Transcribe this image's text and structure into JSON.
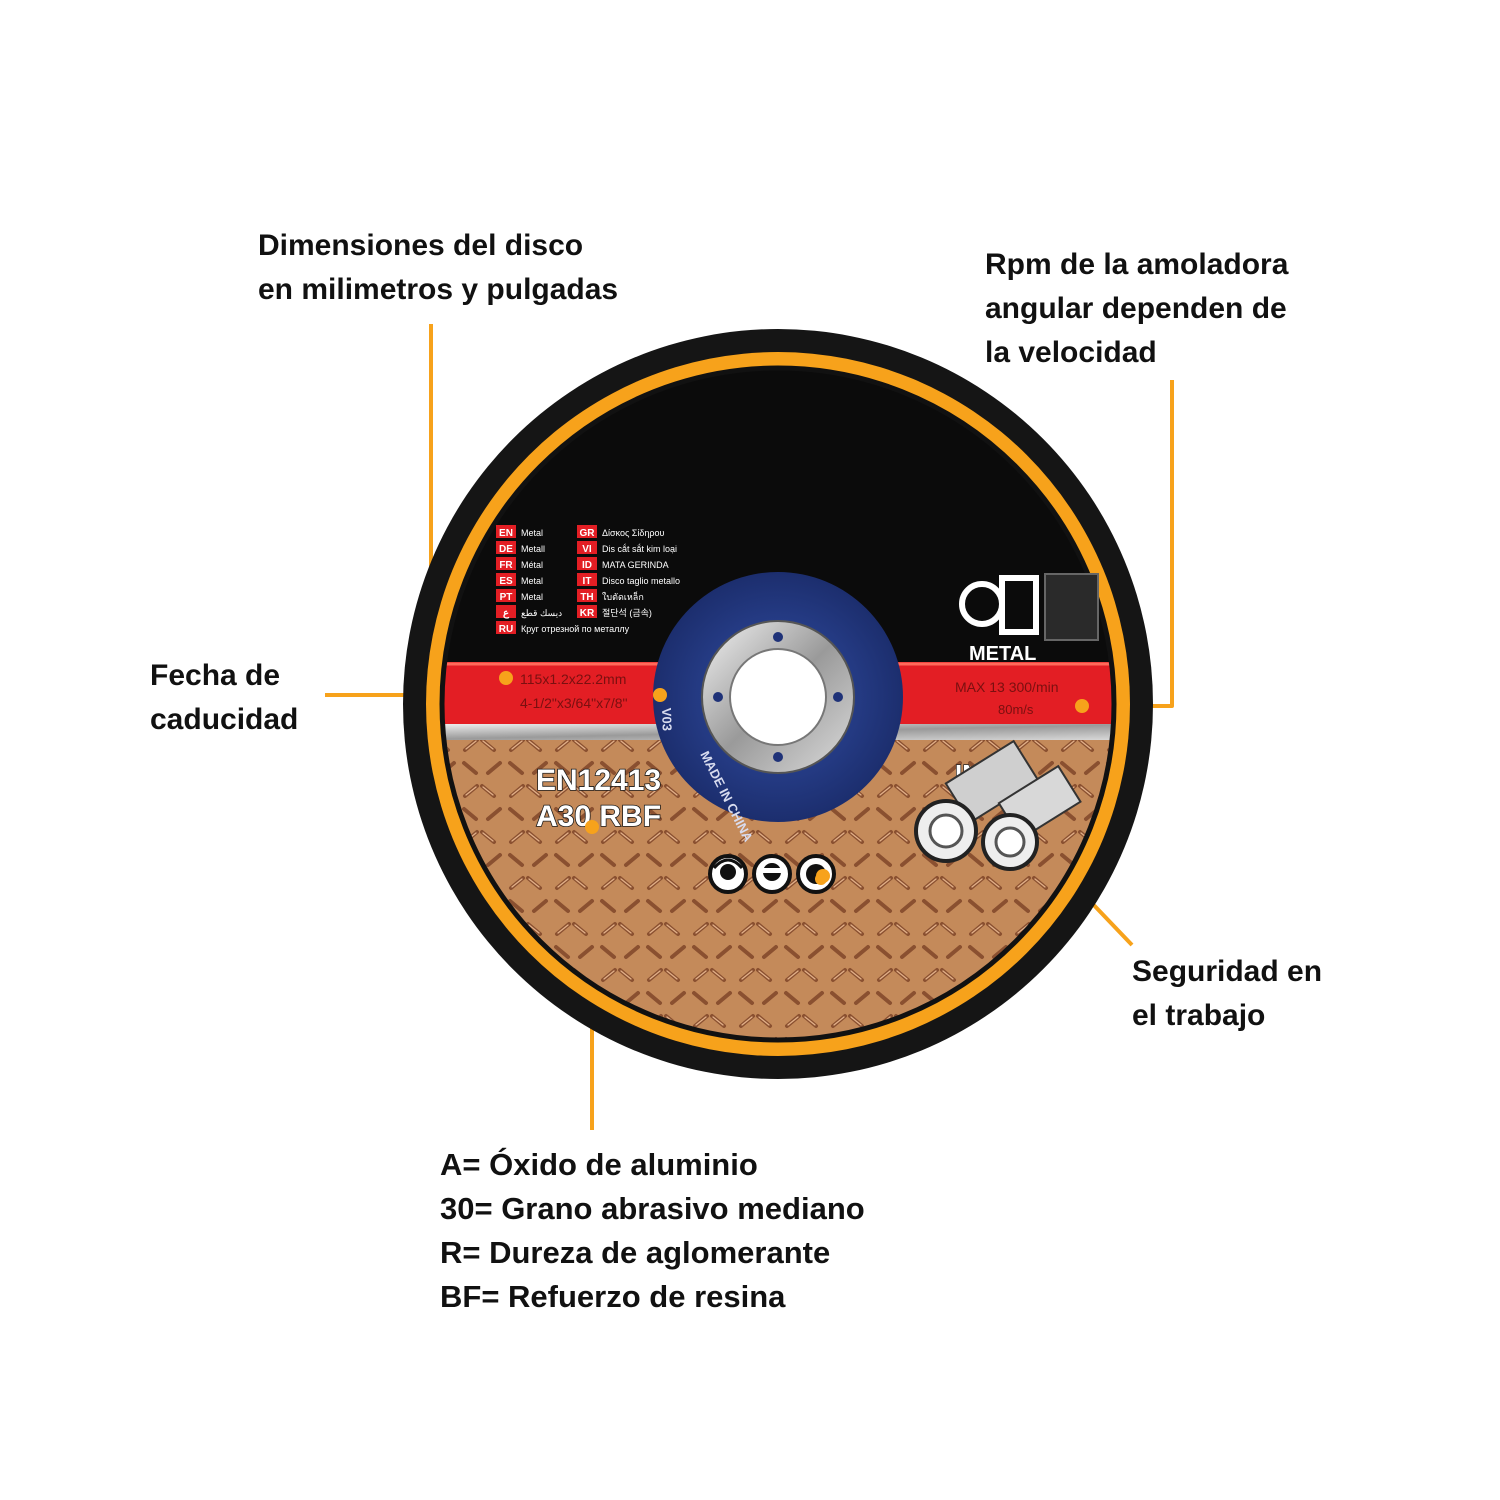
{
  "callouts": {
    "dimensiones": [
      "Dimensiones del disco",
      "en milimetros y pulgadas"
    ],
    "rpm": [
      "Rpm de la amoladora",
      "angular dependen de",
      "la velocidad"
    ],
    "fecha": [
      "Fecha de",
      "caducidad"
    ],
    "seguridad": [
      "Seguridad en",
      "el trabajo"
    ],
    "codigo": [
      "A= Óxido de aluminio",
      "30= Grano abrasivo mediano",
      "R= Dureza de aglomerante",
      "BF= Refuerzo de resina"
    ]
  },
  "disc": {
    "languages": [
      {
        "code": "EN",
        "text": "Metal"
      },
      {
        "code": "GR",
        "text": "Δίσκος Σίδηρου"
      },
      {
        "code": "DE",
        "text": "Metall"
      },
      {
        "code": "VI",
        "text": "Dis cắt sắt kim loại"
      },
      {
        "code": "FR",
        "text": "Métal"
      },
      {
        "code": "ID",
        "text": "MATA GERINDA"
      },
      {
        "code": "ES",
        "text": "Metal"
      },
      {
        "code": "IT",
        "text": "Disco taglio metallo"
      },
      {
        "code": "PT",
        "text": "Metal"
      },
      {
        "code": "TH",
        "text": "ใบตัดเหล็ก"
      },
      {
        "code": "ع",
        "text": "ديسك قطع"
      },
      {
        "code": "KR",
        "text": "절단석 (금속)"
      },
      {
        "code": "RU",
        "text": "Круг отрезной по металлу"
      }
    ],
    "size_line_1": "115x1.2x22.2mm",
    "size_line_2": "4-1/2\"x3/64\"x7/8\"",
    "max_speed": "MAX 13 300/min",
    "speed_ms": "80m/s",
    "brand": "METAL",
    "standard": "EN12413",
    "spec": "A30 RBF",
    "made_in": "MADE IN CHINA",
    "expiry_code": "V03",
    "material": "INOX",
    "colors": {
      "accent": "#f7a21b",
      "band_red": "#e31e24",
      "hub_blue": "#243a86",
      "disc_black": "#0b0b0b",
      "plate_bronze": "#c48a5a"
    }
  }
}
